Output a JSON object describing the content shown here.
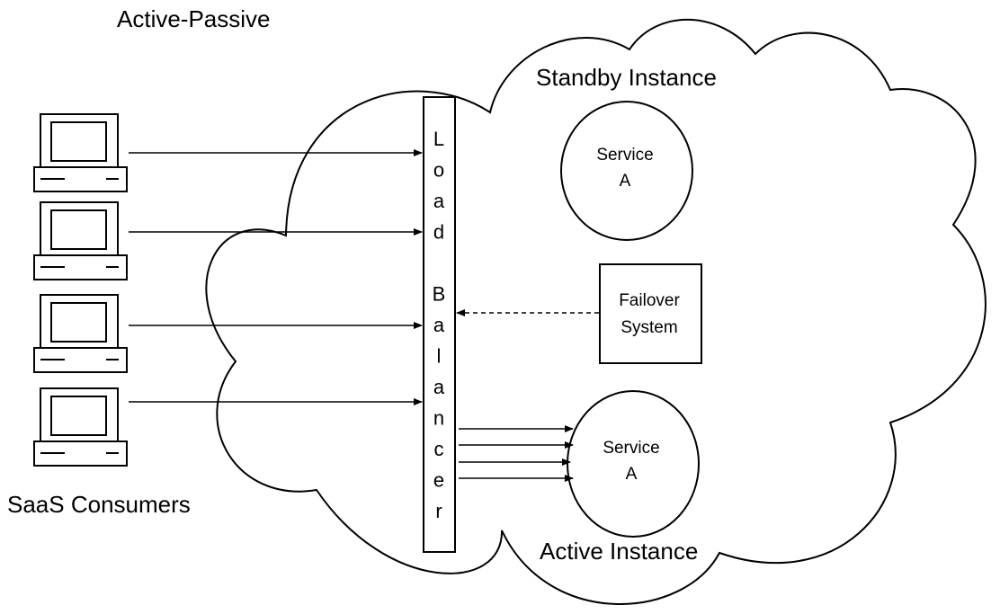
{
  "title": "Active-Passive",
  "consumers_label": "SaaS Consumers",
  "load_balancer": {
    "letters": [
      "L",
      "o",
      "a",
      "d",
      "",
      "B",
      "a",
      "l",
      "a",
      "n",
      "c",
      "e",
      "r"
    ]
  },
  "standby": {
    "label": "Standby Instance",
    "service_line1": "Service",
    "service_line2": "A"
  },
  "active": {
    "label": "Active Instance",
    "service_line1": "Service",
    "service_line2": "A"
  },
  "failover": {
    "line1": "Failover",
    "line2": "System"
  },
  "computer_count": 4
}
